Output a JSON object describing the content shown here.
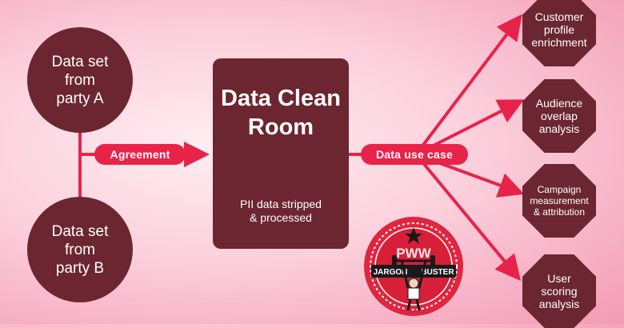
{
  "parties": [
    {
      "label": "Data set\nfrom\nparty A"
    },
    {
      "label": "Data set\nfrom\nparty B"
    }
  ],
  "agreement_label": "Agreement",
  "clean_room": {
    "title": "Data Clean\nRoom",
    "subtitle": "PII data stripped\n& processed"
  },
  "use_case_label": "Data use case",
  "outcomes": [
    {
      "label": "Customer\nprofile\nenrichment"
    },
    {
      "label": "Audience\noverlap\nanalysis"
    },
    {
      "label": "Campaign\nmeasurement\n& attribution"
    },
    {
      "label": "User\nscoring\nanalysis"
    }
  ],
  "badge": {
    "logo_letters": "PWW",
    "banner_left": "JARGON",
    "banner_right": "BUSTER"
  },
  "colors": {
    "node_fill": "#6b2631",
    "connector": "#e8234a",
    "text_on_node": "#ffffff",
    "background_center": "#ffeef2",
    "background_edge": "#f39ab4"
  }
}
